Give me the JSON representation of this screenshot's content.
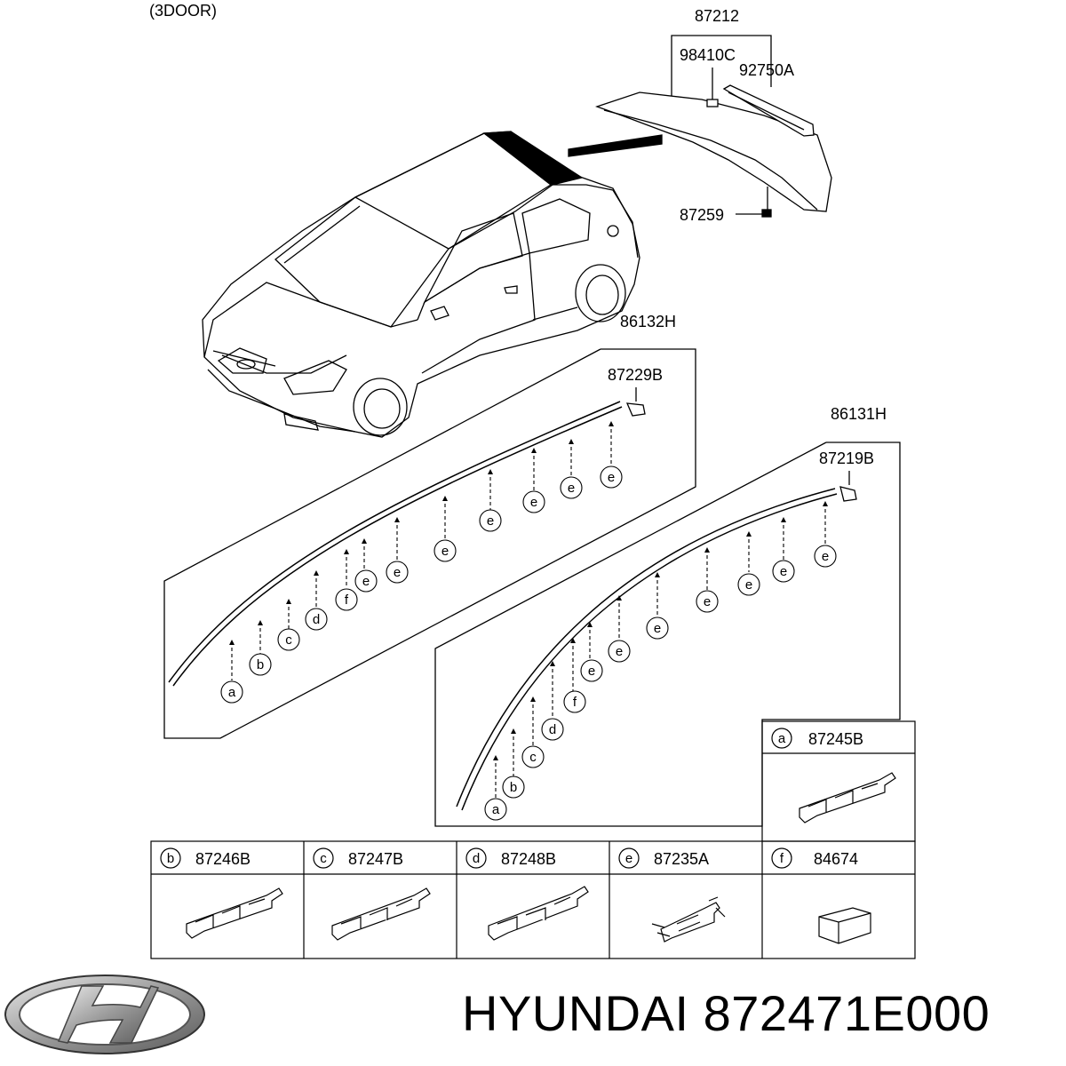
{
  "header": {
    "variant": "(3DOOR)"
  },
  "parts": {
    "spoiler": "87212",
    "spoiler_sub1": "98410C",
    "spoiler_sub2": "92750A",
    "spoiler_nut": "87259",
    "moulding_left": "86132H",
    "left_end_clip": "87229B",
    "moulding_right": "86131H",
    "right_end_clip": "87219B"
  },
  "letters": {
    "a": "a",
    "b": "b",
    "c": "c",
    "d": "d",
    "e": "e",
    "f": "f"
  },
  "legend": [
    {
      "letter": "a",
      "part": "87245B"
    },
    {
      "letter": "b",
      "part": "87246B"
    },
    {
      "letter": "c",
      "part": "87247B"
    },
    {
      "letter": "d",
      "part": "87248B"
    },
    {
      "letter": "e",
      "part": "87235A"
    },
    {
      "letter": "f",
      "part": "84674"
    }
  ],
  "footer": {
    "brand": "HYUNDAI",
    "part_number": "872471E000",
    "logo_icon": "hyundai-logo-icon"
  }
}
